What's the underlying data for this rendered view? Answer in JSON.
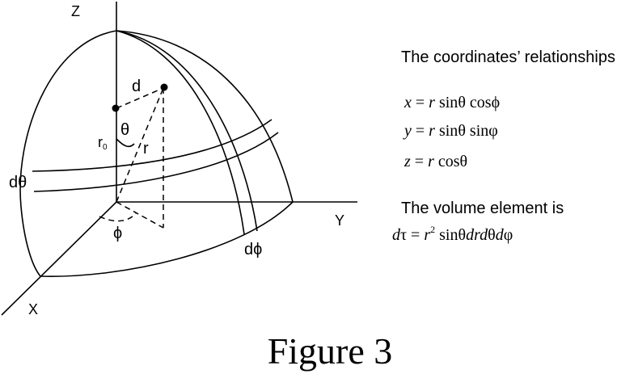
{
  "diagram": {
    "axes": {
      "z": "Z",
      "y": "Y",
      "x": "X"
    },
    "labels": {
      "d": "d",
      "theta": "θ",
      "r": "r",
      "r0_base": "r",
      "r0_sub": "0",
      "dtheta": "dθ",
      "phi": "ϕ",
      "dphi": "dϕ"
    }
  },
  "coordinates_heading": "The coordinates’ relationships",
  "equations": {
    "x": {
      "lhs": "x",
      "eq": " = ",
      "r": "r",
      "f1": " sin",
      "t1": "θ",
      "f2": " cos",
      "t2": "ϕ"
    },
    "y": {
      "lhs": "y",
      "eq": " = ",
      "r": "r",
      "f1": " sin",
      "t1": "θ",
      "f2": " sin",
      "t2": "φ"
    },
    "z": {
      "lhs": "z",
      "eq": " = ",
      "r": "r",
      "f1": " cos",
      "t1": "θ"
    }
  },
  "volume_heading": "The volume element is",
  "volume_eq": {
    "d1": "d",
    "tau": "τ",
    "eq": " = ",
    "r": "r",
    "exp": "2",
    "sin": " sin",
    "theta": "θ",
    "d2": "d",
    "r2": "r",
    "d3": "d",
    "theta2": "θ",
    "d4": "d",
    "phi": "φ"
  },
  "caption": "Figure 3"
}
